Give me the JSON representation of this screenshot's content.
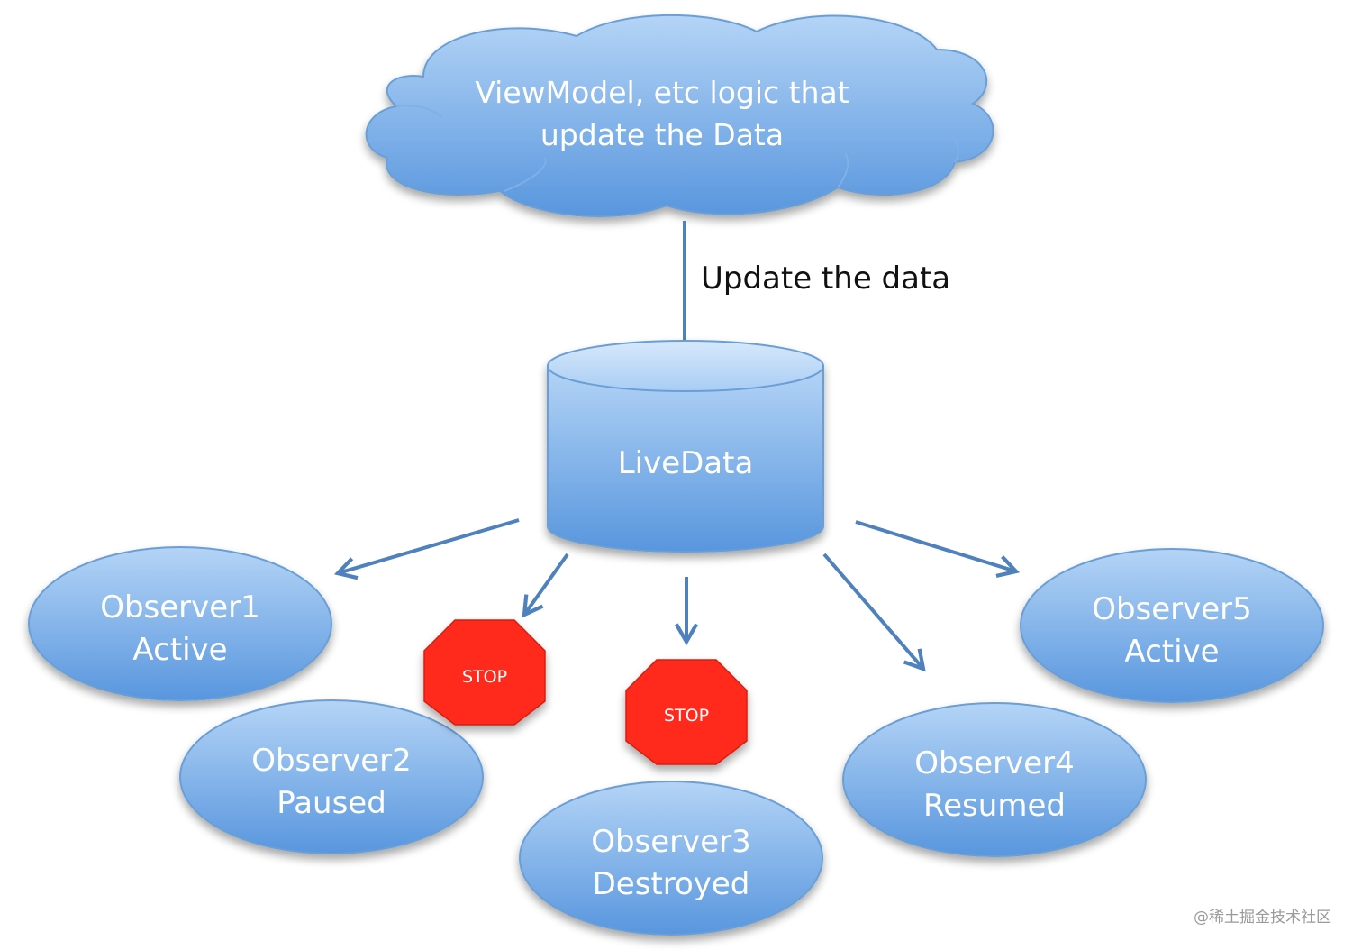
{
  "colors": {
    "node_fill_top": "#a9cdf4",
    "node_fill_bottom": "#5b9ae0",
    "node_stroke": "#6a9fd6",
    "arrow": "#4f81bd",
    "stop_fill": "#ff2a1a"
  },
  "cloud": {
    "line1": "ViewModel, etc logic that",
    "line2": "update the Data"
  },
  "edge_label": "Update the data",
  "livedata": {
    "label": "LiveData"
  },
  "observers": [
    {
      "name": "Observer1",
      "state": "Active"
    },
    {
      "name": "Observer2",
      "state": "Paused"
    },
    {
      "name": "Observer3",
      "state": "Destroyed"
    },
    {
      "name": "Observer4",
      "state": "Resumed"
    },
    {
      "name": "Observer5",
      "state": "Active"
    }
  ],
  "stop_signs": [
    {
      "label": "STOP"
    },
    {
      "label": "STOP"
    }
  ],
  "watermark": "@稀土掘金技术社区"
}
